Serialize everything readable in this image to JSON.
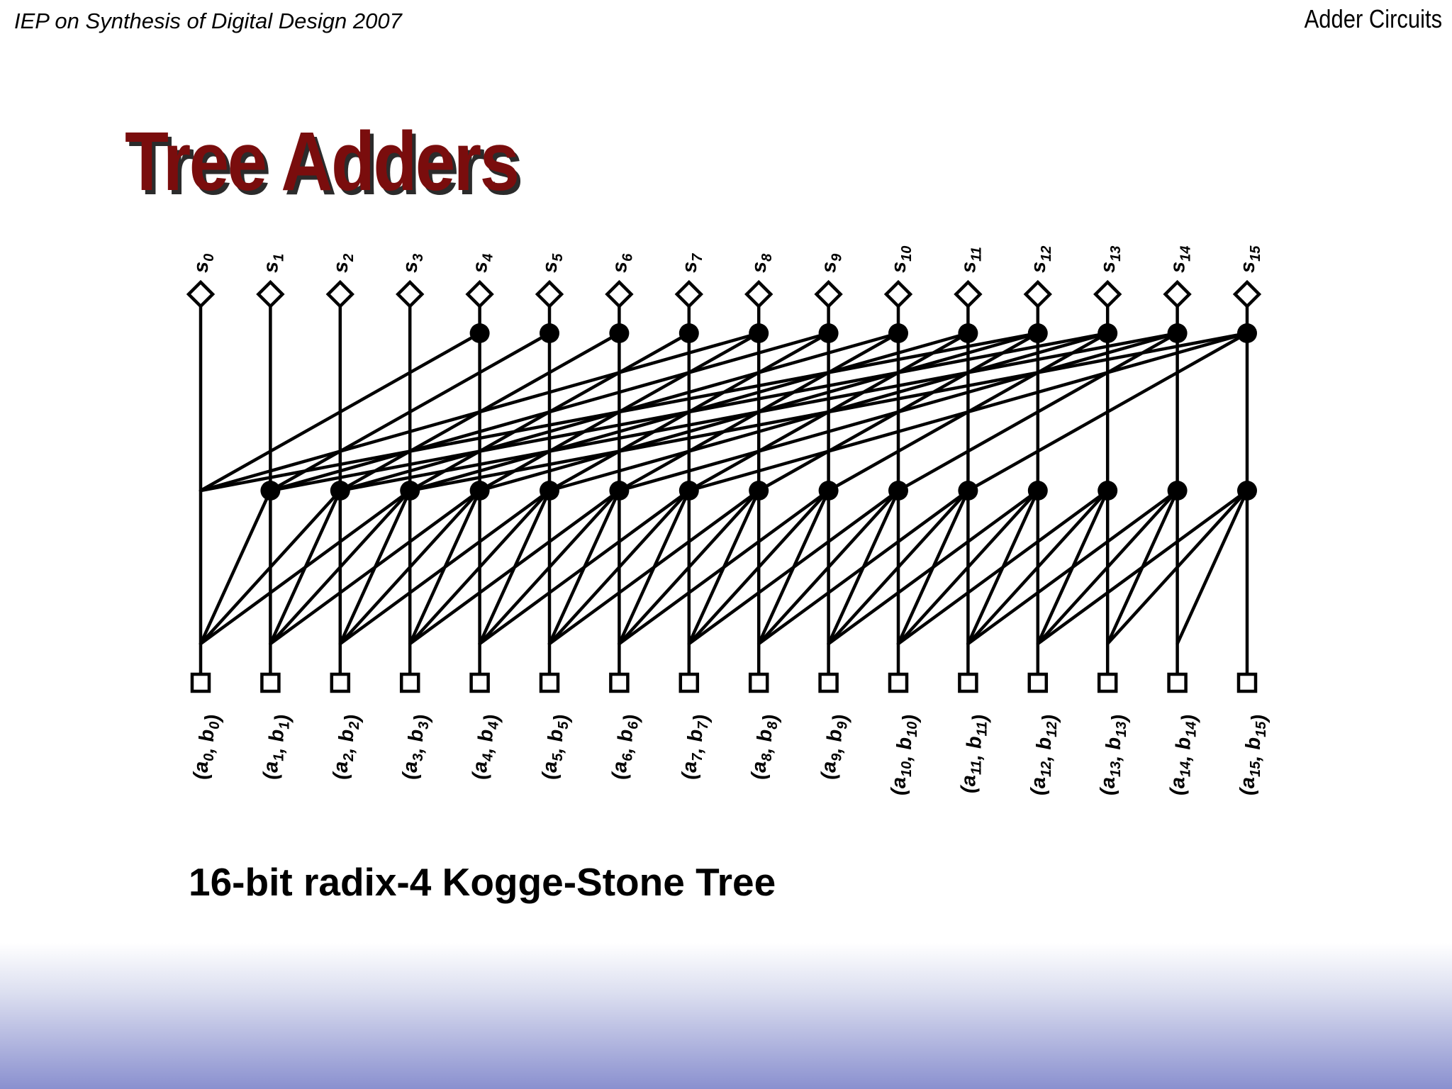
{
  "header": {
    "course": "IEP on Synthesis of Digital Design 2007",
    "topic": "Adder Circuits"
  },
  "slide": {
    "title": "Tree Adders",
    "caption": "16-bit radix-4 Kogge-Stone Tree"
  },
  "diagram": {
    "bits": 16,
    "radix": 4,
    "outputs": [
      "s0",
      "s1",
      "s2",
      "s3",
      "s4",
      "s5",
      "s6",
      "s7",
      "s8",
      "s9",
      "s10",
      "s11",
      "s12",
      "s13",
      "s14",
      "s15"
    ],
    "inputs": [
      "(a0, b0)",
      "(a1, b1)",
      "(a2, b2)",
      "(a3, b3)",
      "(a4, b4)",
      "(a5, b5)",
      "(a6, b6)",
      "(a7, b7)",
      "(a8, b8)",
      "(a9, b9)",
      "(a10, b10)",
      "(a11, b11)",
      "(a12, b12)",
      "(a13, b13)",
      "(a14, b14)",
      "(a15, b15)"
    ]
  }
}
